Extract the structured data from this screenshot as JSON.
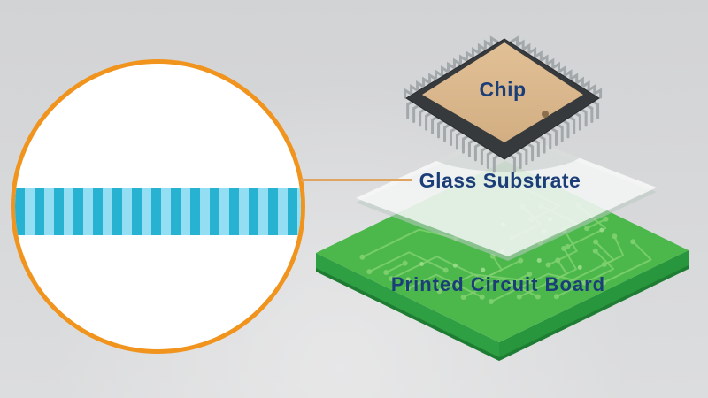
{
  "labels": {
    "chip": "Chip",
    "glass": "Glass Substrate",
    "pcb": "Printed Circuit Board"
  },
  "colors": {
    "background_top": "#d2d3d5",
    "background_bottom": "#dcddde",
    "ring_orange": "#f0941e",
    "line_orange": "#dfa462",
    "stripe_dark": "#28b2d2",
    "stripe_light": "#93def2",
    "label_navy": "#1b3e78",
    "pcb_top": "#4cb84c",
    "pcb_side_left": "#2f9f44",
    "pcb_side_right": "#28963c",
    "pcb_edge_dark": "#1e7d33",
    "pcb_trace": "#7fd06f",
    "pcb_pad": "#9bdc8b",
    "chip_body": "#373a3c",
    "chip_top_light": "#e2c096",
    "chip_top_dark": "#d2ae82",
    "pin_gray": "#a3a8ab",
    "glass_white": "#fcfdfc"
  }
}
